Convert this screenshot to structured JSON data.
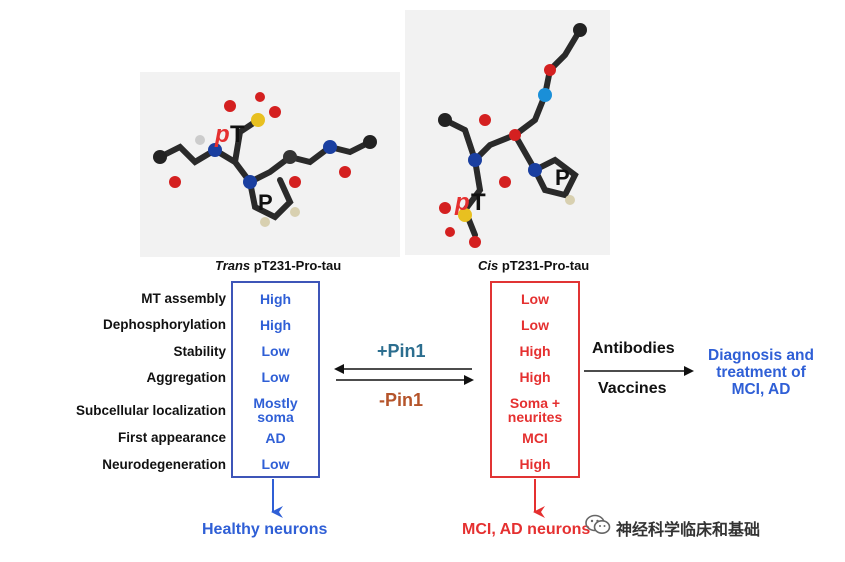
{
  "molecules": {
    "trans_caption_prefix": "Trans",
    "trans_caption_rest": " pT231-Pro-tau",
    "cis_caption_prefix": "Cis",
    "cis_caption_rest": " pT231-Pro-tau",
    "pT_label_p": "p",
    "pT_label_T": "T",
    "proline_label": "P"
  },
  "properties": [
    {
      "label": "MT assembly",
      "trans": "High",
      "cis": "Low"
    },
    {
      "label": "Dephosphorylation",
      "trans": "High",
      "cis": "Low"
    },
    {
      "label": "Stability",
      "trans": "Low",
      "cis": "High"
    },
    {
      "label": "Aggregation",
      "trans": "Low",
      "cis": "High"
    },
    {
      "label": "Subcellular localization",
      "trans_line1": "Mostly",
      "trans_line2": "soma",
      "cis_line1": "Soma +",
      "cis_line2": "neurites"
    },
    {
      "label": "First appearance",
      "trans": "AD",
      "cis": "MCI"
    },
    {
      "label": "Neurodegeneration",
      "trans": "Low",
      "cis": "High"
    }
  ],
  "isomerization": {
    "plus_pin1": "+Pin1",
    "minus_pin1": "-Pin1"
  },
  "therapy": {
    "antibodies": "Antibodies",
    "vaccines": "Vaccines",
    "diagnosis_line1": "Diagnosis and",
    "diagnosis_line2": "treatment of",
    "diagnosis_line3": "MCI, AD"
  },
  "outcomes": {
    "healthy": "Healthy neurons",
    "disease": "MCI, AD neurons"
  },
  "watermark": "神经科学临床和基础",
  "colors": {
    "blue": "#2f5fd6",
    "red": "#e53030",
    "trans_box": "#3d55b8",
    "cis_box": "#e13434",
    "pin1_plus": "#2c6e8f",
    "pin1_minus": "#b5542a"
  }
}
